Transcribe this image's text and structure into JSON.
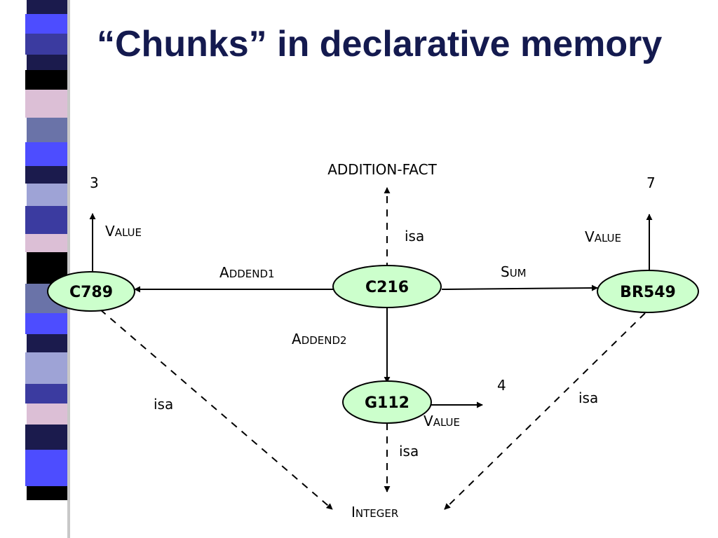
{
  "title": "“Chunks” in declarative memory",
  "colors": {
    "title": "#141a4f",
    "node_fill": "#ccffcc",
    "stripe_dark": "#1b1b4d",
    "stripe_blue": "#4d4dff",
    "stripe_indigo": "#3b3ba0",
    "stripe_slate": "#6a73a8",
    "stripe_pink": "#dcbfd6",
    "stripe_lavender": "#9ea3d6",
    "stripe_black": "#000000"
  },
  "nodes": {
    "c216": "C216",
    "c789": "C789",
    "br549": "BR549",
    "g112": "G112"
  },
  "labels": {
    "addition_fact": "ADDITION-FACT",
    "integer_initial": "I",
    "integer_rest": "NTEGER",
    "value_3": "3",
    "value_7": "7",
    "value_4": "4",
    "value_initial": "V",
    "value_rest": "ALUE",
    "addend1_initial": "A",
    "addend1_rest": "DDEND1",
    "addend2_initial": "A",
    "addend2_rest": "DDEND2",
    "sum_initial": "S",
    "sum_rest": "UM",
    "isa": "isa"
  }
}
